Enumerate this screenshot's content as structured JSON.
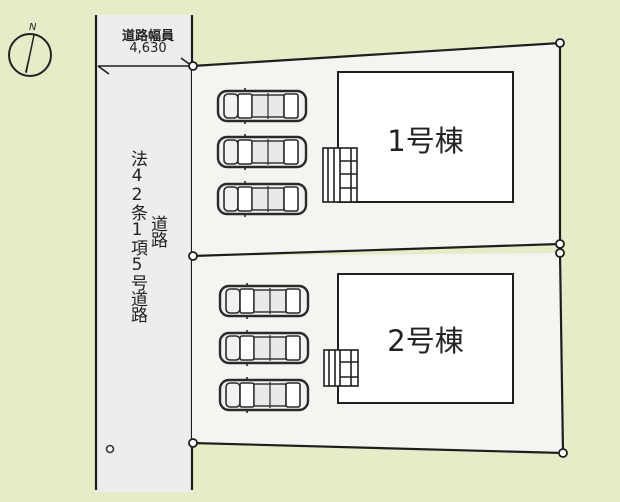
{
  "north_arrow": {
    "label": "N"
  },
  "road": {
    "width_title": "道路幅員",
    "width_value": "4,630",
    "legal_label": "法42条1項5号道路",
    "type_label": "道路"
  },
  "buildings": [
    {
      "label": "1号棟",
      "parking_spaces": 3
    },
    {
      "label": "2号棟",
      "parking_spaces": 3
    }
  ],
  "colors": {
    "background": "#e6ecc8",
    "road": "#eceeec",
    "lot": "#f4f5f0",
    "building": "#ffffff",
    "line": "#1e1e1e"
  }
}
